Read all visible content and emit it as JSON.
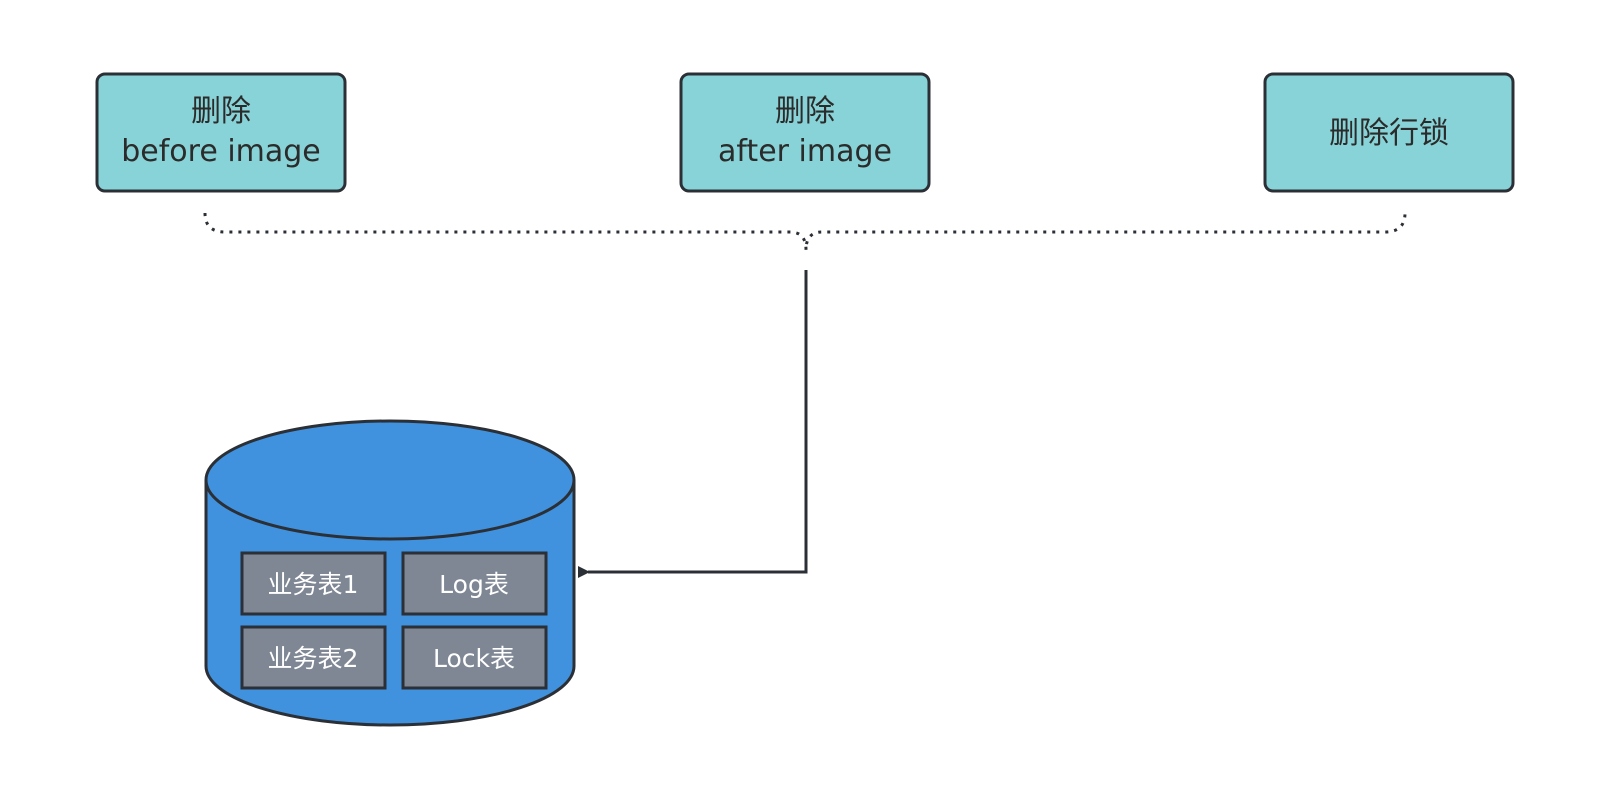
{
  "steps": [
    {
      "line1": "删除",
      "line2": "before image"
    },
    {
      "line1": "删除",
      "line2": "after image"
    },
    {
      "line1": "删除行锁"
    }
  ],
  "database": {
    "tables": [
      "业务表1",
      "Log表",
      "业务表2",
      "Lock表"
    ]
  },
  "colors": {
    "step_fill": "#88d3d7",
    "db_fill": "#4192de",
    "table_fill": "#7f8795",
    "stroke": "#2b2f36"
  }
}
